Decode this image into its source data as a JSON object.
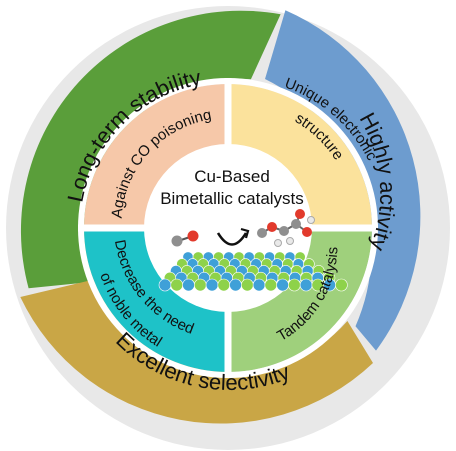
{
  "center": {
    "title_line1": "Cu-Based",
    "title_line2": "Bimetallic catalysts"
  },
  "outer_ring": [
    {
      "id": "stability",
      "label": "Long-term stability",
      "color": "#5a9e3a"
    },
    {
      "id": "activity",
      "label": "Highly activity",
      "color": "#6d9ccf"
    },
    {
      "id": "selectivity",
      "label": "Excellent selectivity",
      "color": "#c9a646"
    }
  ],
  "inner_ring": [
    {
      "id": "co",
      "label": "Against CO poisoning",
      "color": "#f6c8a9"
    },
    {
      "id": "electronic",
      "label_line1": "Unique electronic",
      "label_line2": "structure",
      "color": "#fbe29c"
    },
    {
      "id": "tandem",
      "label": "Tandem catalysis",
      "color": "#9fd07c"
    },
    {
      "id": "noble",
      "label_line1": "Decrease the need",
      "label_line2": "of noble metal",
      "color": "#1ec2c8"
    }
  ],
  "colors": {
    "outer_background": "#e8e8e8",
    "separator": "#ffffff",
    "atom_blue": "#3fa0d8",
    "atom_green": "#8ed24a",
    "carbon": "#8f8f8f",
    "oxygen": "#e23a2c"
  }
}
